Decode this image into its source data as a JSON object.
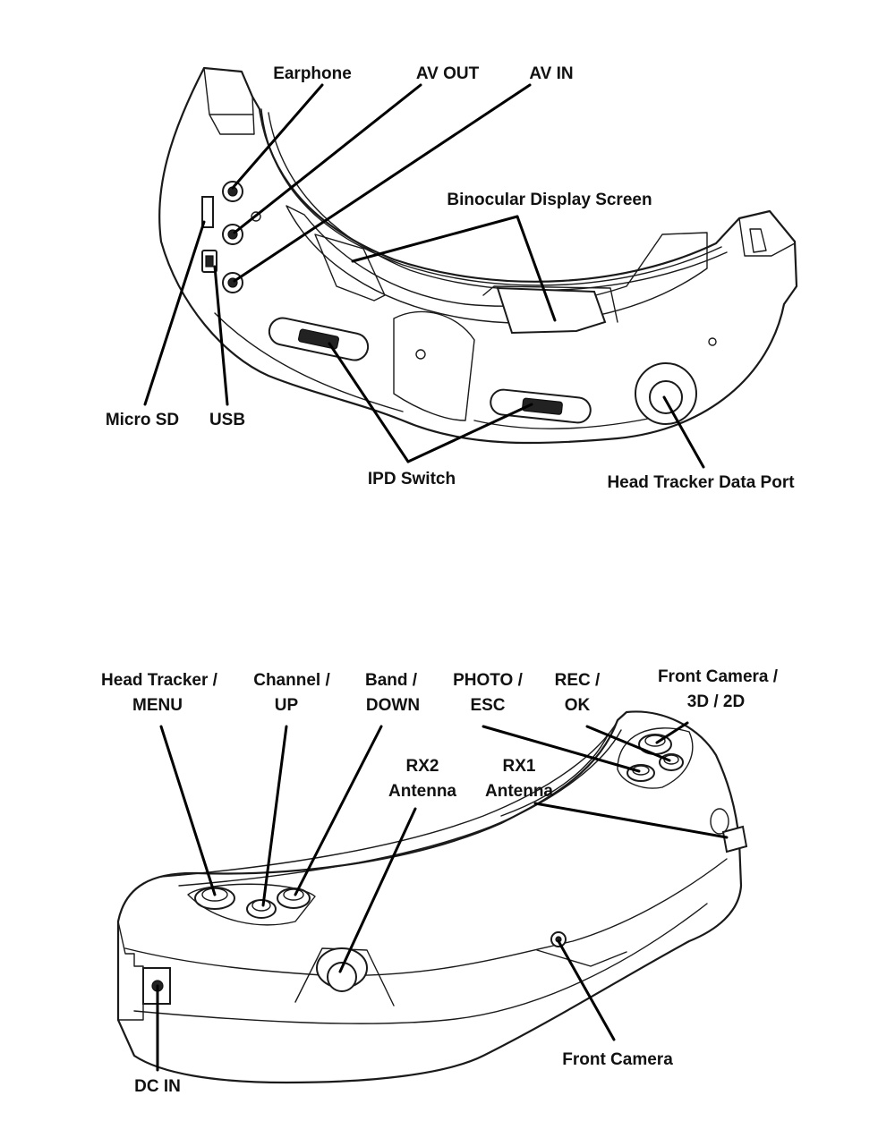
{
  "top_view": {
    "labels": {
      "earphone": "Earphone",
      "av_out": "AV OUT",
      "av_in": "AV IN",
      "binocular_display_screen": "Binocular Display Screen",
      "micro_sd": "Micro SD",
      "usb": "USB",
      "ipd_switch": "IPD Switch",
      "head_tracker_data_port": "Head Tracker Data Port"
    }
  },
  "bottom_view": {
    "labels": {
      "head_tracker_menu": [
        "Head Tracker /",
        "MENU"
      ],
      "channel_up": [
        "Channel /",
        "UP"
      ],
      "band_down": [
        "Band /",
        "DOWN"
      ],
      "photo_esc": [
        "PHOTO /",
        "ESC"
      ],
      "rec_ok": [
        "REC /",
        "OK"
      ],
      "front_camera_3d2d": [
        "Front Camera /",
        "3D / 2D"
      ],
      "rx2_antenna": [
        "RX2",
        "Antenna"
      ],
      "rx1_antenna": [
        "RX1",
        "Antenna"
      ],
      "front_camera": "Front Camera",
      "dc_in": "DC IN"
    }
  },
  "colors": {
    "ink": "#111111",
    "background": "#ffffff"
  }
}
